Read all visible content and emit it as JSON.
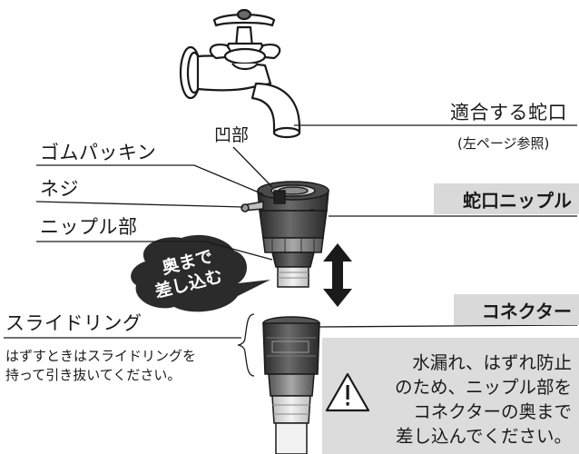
{
  "labels": {
    "faucet": "適合する蛇口",
    "faucet_note": "(左ページ参照)",
    "recess": "凹部",
    "rubber_packing": "ゴムパッキン",
    "screw": "ネジ",
    "nipple_part": "ニップル部",
    "faucet_nipple": "蛇口ニップル",
    "connector": "コネクター",
    "slide_ring": "スライドリング",
    "slide_ring_note_line1": "はずすときはスライドリングを",
    "slide_ring_note_line2": "持って引き抜いてください。"
  },
  "bubble": {
    "line1": "奥まで",
    "line2": "差し込む"
  },
  "warning": {
    "icon": "warning-triangle-icon",
    "line1": "水漏れ、はずれ防止",
    "line2": "のため、ニップル部を",
    "line3": "コネクターの奥まで",
    "line4": "差し込んでください。"
  },
  "colors": {
    "tag_bg": "#d9d9d9",
    "note_bg": "#dcdcdc",
    "bubble": "#2b2b2b",
    "part_dark": "#3a3a3a"
  }
}
